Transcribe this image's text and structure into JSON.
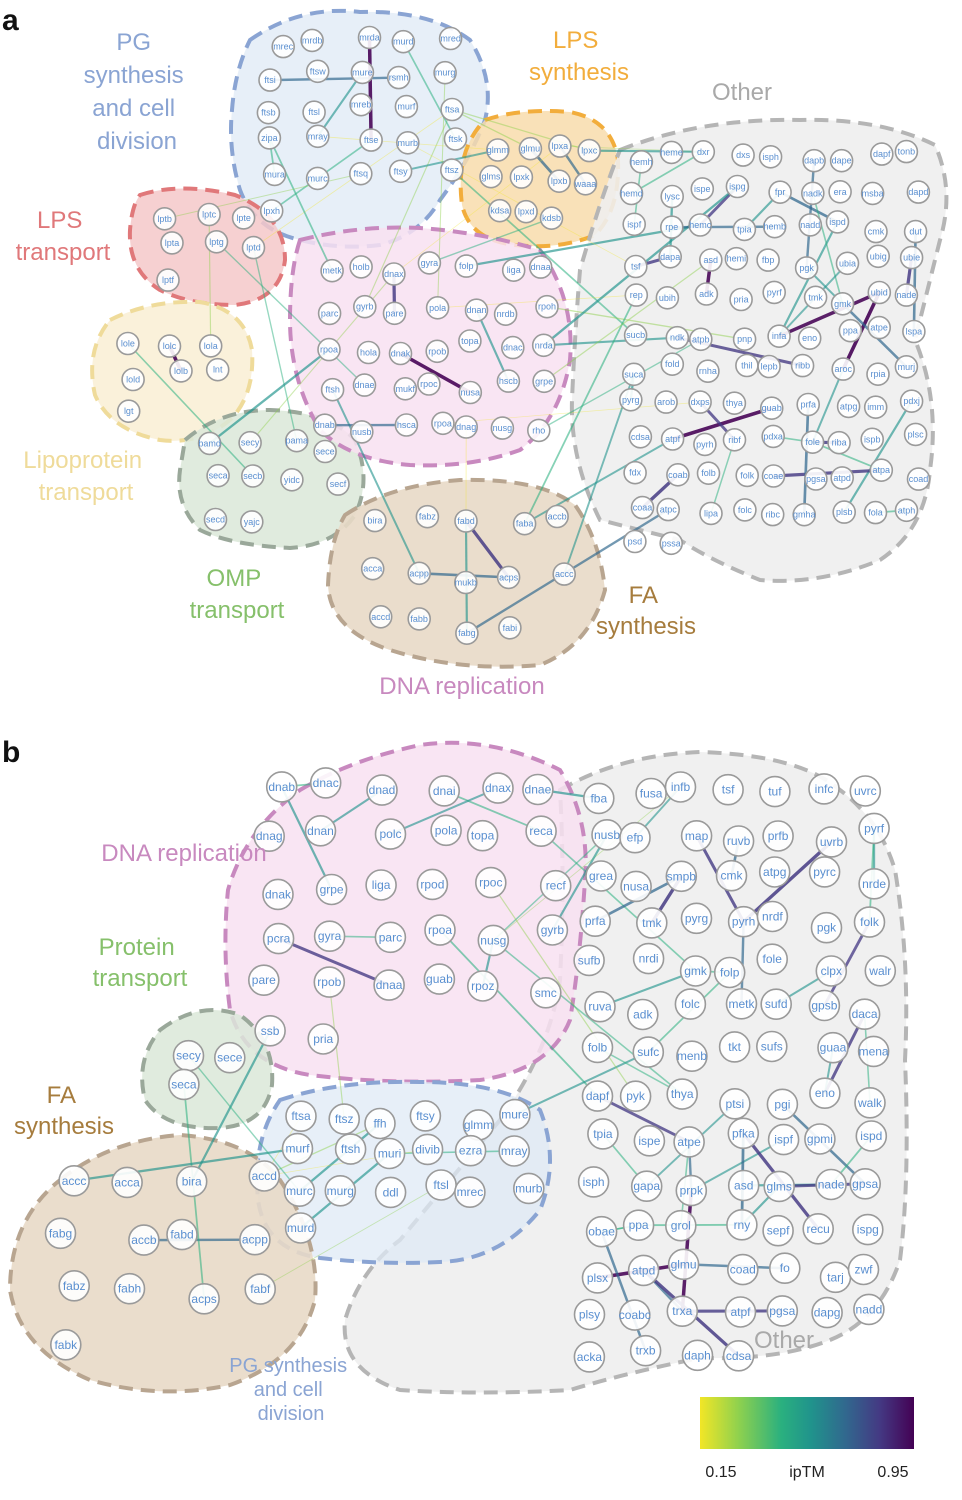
{
  "panels": [
    {
      "letter": "a",
      "clusters": [
        {
          "id": "pg",
          "label": [
            "PG",
            "synthesis",
            "and cell",
            "division"
          ],
          "color": "#8aa4d3",
          "fill": "#dfe9f6"
        },
        {
          "id": "lpss",
          "label": [
            "LPS",
            "synthesis"
          ],
          "color": "#f2ad3c",
          "fill": "#f8dcab"
        },
        {
          "id": "other",
          "label": [
            "Other"
          ],
          "color": "#a9a9a9",
          "fill": "#eeeeee"
        },
        {
          "id": "lpst",
          "label": [
            "LPS",
            "transport"
          ],
          "color": "#e0787a",
          "fill": "#f4c8c9"
        },
        {
          "id": "lipo",
          "label": [
            "Lipoprotein",
            "transport"
          ],
          "color": "#efdb9a",
          "fill": "#f9f0d6"
        },
        {
          "id": "omp",
          "label": [
            "OMP",
            "transport"
          ],
          "color": "#86c06b",
          "fill": "#dbe7d8"
        },
        {
          "id": "fa",
          "label": [
            "FA",
            "synthesis"
          ],
          "color": "#a67c3d",
          "fill": "#e8d9c7"
        },
        {
          "id": "dna",
          "label": [
            "DNA replication"
          ],
          "color": "#c889bf",
          "fill": "#f8e0f1"
        }
      ],
      "nodes": {
        "pg": [
          "mrec",
          "mrdb",
          "mrda",
          "murd",
          "mred",
          "ftsi",
          "ftsw",
          "mure",
          "rsmh",
          "murg",
          "ftsb",
          "ftsl",
          "mreb",
          "murf",
          "ftsa",
          "zipa",
          "mray",
          "ftse",
          "murb",
          "ftsk",
          "mura",
          "murc",
          "ftsq",
          "ftsy",
          "ftsz",
          "lpxh"
        ],
        "lpss": [
          "glmm",
          "glmu",
          "lpxa",
          "lpxc",
          "glms",
          "lpxk",
          "lpxb",
          "waaa",
          "kdsa",
          "lpxd",
          "kdsb"
        ],
        "lpst": [
          "lptb",
          "lptc",
          "lpte",
          "lpta",
          "lptg",
          "lptd",
          "lptf"
        ],
        "lipo": [
          "lole",
          "lolc",
          "lola",
          "lold",
          "lolb",
          "lnt",
          "lgt"
        ],
        "omp": [
          "bamd",
          "secy",
          "pama",
          "sece",
          "seca",
          "secb",
          "yidc",
          "secf",
          "secd",
          "yajc"
        ],
        "dna": [
          "metk",
          "holb",
          "dnax",
          "gyra",
          "folp",
          "liga",
          "dnaa",
          "parc",
          "gyrb",
          "pare",
          "pola",
          "dnan",
          "nrdb",
          "rpoh",
          "rpoa",
          "hola",
          "dnak",
          "rpob",
          "topa",
          "dnac",
          "nrda",
          "ftsh",
          "dnae",
          "mukf",
          "rpoc",
          "nusa",
          "hscb",
          "grpe",
          "dnab",
          "nusb",
          "hsca",
          "rpoa",
          "dnag",
          "nusg",
          "rho"
        ],
        "fa": [
          "bira",
          "fabz",
          "fabd",
          "faba",
          "accb",
          "acca",
          "acpp",
          "mukb",
          "acps",
          "accc",
          "accd",
          "fabb",
          "fabg",
          "fabi"
        ],
        "other": [
          "hemh",
          "heme",
          "dxr",
          "dxs",
          "isph",
          "dapb",
          "dape",
          "dapf",
          "tonb",
          "hemd",
          "lysc",
          "ispe",
          "ispg",
          "fpr",
          "nadk",
          "era",
          "msba",
          "dapd",
          "ispf",
          "rpe",
          "hemc",
          "tpia",
          "hemb",
          "nadd",
          "ispd",
          "cmk",
          "dut",
          "tsf",
          "dapa",
          "asd",
          "hemi",
          "fbp",
          "pgk",
          "ubia",
          "ubig",
          "ubie",
          "rep",
          "ubih",
          "adk",
          "pria",
          "pyrf",
          "tmk",
          "gmk",
          "ubid",
          "nade",
          "sucb",
          "ndk",
          "atpb",
          "pnp",
          "infa",
          "eno",
          "ppa",
          "atpe",
          "lspa",
          "suca",
          "fold",
          "rnha",
          "thil",
          "lepb",
          "ribb",
          "aroc",
          "rpia",
          "murj",
          "pyrg",
          "arob",
          "dxps",
          "thya",
          "guab",
          "prfa",
          "atpg",
          "imm",
          "pdxj",
          "cdsa",
          "atpf",
          "pyrh",
          "ribf",
          "pdxa",
          "fole",
          "riba",
          "ispb",
          "plsc",
          "fdx",
          "coab",
          "folb",
          "folk",
          "coae",
          "pgsa",
          "atpd",
          "atpa",
          "coad",
          "coaa",
          "atpc",
          "lipa",
          "folc",
          "ribc",
          "gmha",
          "plsb",
          "fola",
          "atph",
          "psd",
          "pssa"
        ]
      }
    },
    {
      "letter": "b",
      "clusters": [
        {
          "id": "dna",
          "label": [
            "DNA replication"
          ],
          "color": "#c889bf",
          "fill": "#f8e0f1"
        },
        {
          "id": "prot",
          "label": [
            "Protein",
            "transport"
          ],
          "color": "#86c06b",
          "fill": "#dbe7d8"
        },
        {
          "id": "fa",
          "label": [
            "FA",
            "synthesis"
          ],
          "color": "#a67c3d",
          "fill": "#e8d9c7"
        },
        {
          "id": "pg",
          "label": [
            "PG synthesis",
            "and cell",
            "division"
          ],
          "color": "#8aa4d3",
          "fill": "#dfe9f6"
        },
        {
          "id": "other",
          "label": [
            "Other"
          ],
          "color": "#a9a9a9",
          "fill": "#eeeeee"
        }
      ],
      "nodes": {
        "dna": [
          "dnab",
          "dnac",
          "dnad",
          "dnai",
          "dnax",
          "dnae",
          "dnag",
          "dnan",
          "polc",
          "pola",
          "topa",
          "reca",
          "dnak",
          "grpe",
          "liga",
          "rpod",
          "rpoc",
          "recf",
          "pcra",
          "gyra",
          "parc",
          "rpoa",
          "nusg",
          "gyrb",
          "pare",
          "rpob",
          "dnaa",
          "guab",
          "rpoz",
          "smc",
          "ssb",
          "pria"
        ],
        "prot": [
          "secy",
          "sece",
          "seca"
        ],
        "fa": [
          "accc",
          "acca",
          "bira",
          "accd",
          "fabg",
          "accb",
          "fabd",
          "acpp",
          "fabz",
          "fabh",
          "acps",
          "fabf",
          "fabk"
        ],
        "pg": [
          "ftsa",
          "ftsz",
          "ffh",
          "ftsy",
          "glmm",
          "mure",
          "murf",
          "ftsh",
          "muri",
          "divib",
          "ezra",
          "mray",
          "murc",
          "murg",
          "ddl",
          "ftsl",
          "mrec",
          "murb",
          "murd"
        ],
        "other": [
          "fba",
          "fusa",
          "infb",
          "tsf",
          "tuf",
          "infc",
          "uvrc",
          "nusb",
          "efp",
          "map",
          "ruvb",
          "prfb",
          "uvrb",
          "pyrf",
          "grea",
          "nusa",
          "smpb",
          "cmk",
          "atpg",
          "pyrc",
          "nrde",
          "prfa",
          "tmk",
          "pyrg",
          "pyrh",
          "nrdf",
          "pgk",
          "folk",
          "sufb",
          "nrdi",
          "gmk",
          "folp",
          "fole",
          "clpx",
          "walr",
          "ruva",
          "adk",
          "folc",
          "metk",
          "sufd",
          "gpsb",
          "daca",
          "folb",
          "sufc",
          "menb",
          "tkt",
          "sufs",
          "guaa",
          "mena",
          "dapf",
          "pyk",
          "thya",
          "ptsi",
          "pgi",
          "eno",
          "walk",
          "tpia",
          "ispe",
          "atpe",
          "pfka",
          "ispf",
          "gpmi",
          "ispd",
          "isph",
          "gapa",
          "prpk",
          "asd",
          "glms",
          "nade",
          "gpsa",
          "obae",
          "ppa",
          "grol",
          "rny",
          "sepf",
          "recu",
          "ispg",
          "plsx",
          "atpd",
          "glmu",
          "coad",
          "fo",
          "tarj",
          "zwf",
          "plsy",
          "coabc",
          "trxa",
          "atpf",
          "pgsa",
          "dapg",
          "nadd",
          "acka",
          "trxb",
          "daph",
          "cdsa"
        ]
      }
    }
  ],
  "colorbar": {
    "min_label": "0.15",
    "title": "ipTM",
    "max_label": "0.95",
    "min": 0.15,
    "max": 0.95,
    "stops": [
      "#f2e626",
      "#8fd14e",
      "#2ab07f",
      "#20938c",
      "#31688e",
      "#443983",
      "#440154"
    ]
  }
}
